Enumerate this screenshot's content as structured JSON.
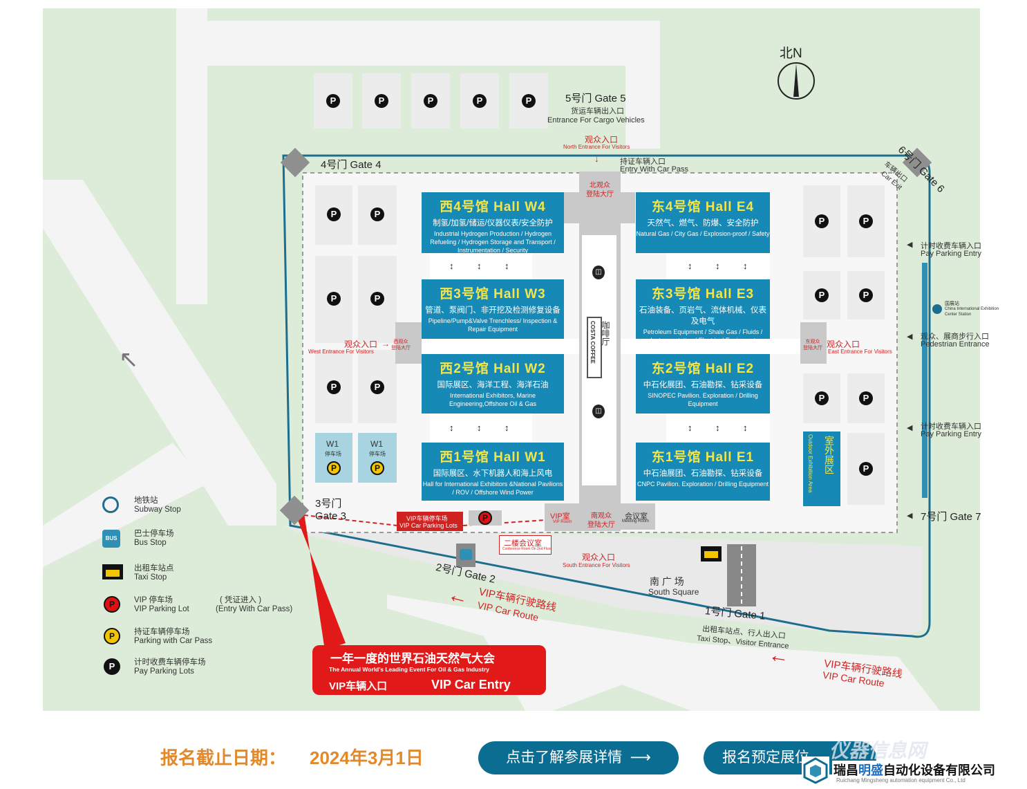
{
  "compass": {
    "label": "北N"
  },
  "gates": {
    "gate5": {
      "name": "5号门 Gate 5",
      "cn": "货运车辆出入口",
      "en": "Entrance For Cargo Vehicles"
    },
    "north": {
      "cn": "观众入口",
      "en": "North Entrance For Visitors",
      "carpass_cn": "持证车辆入口",
      "carpass_en": "Entry With Car Pass",
      "lobby": "北观众\n登陆大厅"
    },
    "gate4": {
      "name": "4号门 Gate 4"
    },
    "gate6": {
      "name": "6号门 Gate 6",
      "exit_cn": "车辆出口",
      "exit_en": "Car Exit"
    },
    "gate3": {
      "cn": "3号门",
      "en": "Gate 3"
    },
    "gate2": {
      "name": "2号门 Gate 2"
    },
    "gate1": {
      "name": "1号门 Gate 1",
      "cn": "出租车站点、行人出入口",
      "en": "Taxi Stop、Visitor Entrance"
    },
    "gate7": {
      "name": "7号门 Gate 7"
    },
    "west": {
      "cn": "观众入口",
      "en": "West Entrance For Visitors",
      "lobby": "西观众\n登陆大厅"
    },
    "east": {
      "cn": "观众入口",
      "en": "East Entrance For Visitors",
      "lobby": "东观众\n登陆大厅"
    },
    "south": {
      "cn": "观众入口",
      "en": "South Entrance For Visitors",
      "lobby": "南观众\n登陆大厅"
    }
  },
  "right_side": {
    "pay1_cn": "计时收费车辆入口",
    "pay1_en": "Pay Parking Entry",
    "subway_cn": "国展站",
    "subway_en": "China International Exhibition Center Station",
    "ped_cn": "观众、展商步行入口",
    "ped_en": "Pedestrian Entrance",
    "pay2_cn": "计时收费车辆入口",
    "pay2_en": "Pay Parking Entry"
  },
  "halls": {
    "w4": {
      "title": "西4号馆 Hall W4",
      "cn": "制氢/加氢/储运/仪器仪表/安全防护",
      "en": "Industrial Hydrogen Production / Hydrogen Refueling / Hydrogen Storage and Transport / Instrumentation / Security"
    },
    "w3": {
      "title": "西3号馆 Hall W3",
      "cn": "管道、泵阀门、非开挖及检测修复设备",
      "en": "Pipeline/Pump&Valve Trenchless/ Inspection & Repair Equipment"
    },
    "w2": {
      "title": "西2号馆 Hall W2",
      "cn": "国际展区、海洋工程、海洋石油",
      "en": "International Exhibitors, Marine Engineering,Offshore Oil & Gas"
    },
    "w1": {
      "title": "西1号馆 Hall W1",
      "cn": "国际展区、水下机器人和海上风电",
      "en": "Hall for International Exhibitors &National Pavilions / ROV / Offshore Wind Power"
    },
    "e4": {
      "title": "东4号馆 Hall E4",
      "cn": "天然气、燃气、防爆、安全防护",
      "en": "Natural Gas / City Gas / Explosion-proof / Safety"
    },
    "e3": {
      "title": "东3号馆 Hall E3",
      "cn": "石油装备、页岩气、流体机械、仪表及电气",
      "en": "Petroleum Equipment / Shale Gas / Fluids / Instrumentation / Electrical Equipment"
    },
    "e2": {
      "title": "东2号馆 Hall E2",
      "cn": "中石化展团、石油勘探、钻采设备",
      "en": "SINOPEC Pavilion. Exploration / Drilling Equipment"
    },
    "e1": {
      "title": "东1号馆 Hall E1",
      "cn": "中石油展团、石油勘探、钻采设备",
      "en": "CNPC Pavilion. Exploration / Drilling Equipment"
    }
  },
  "center": {
    "coffee_en": "COSTA COFFEE",
    "coffee_cn": "咖啡厅"
  },
  "rooms": {
    "vip": "VIP室",
    "vip_en": "VIP Room",
    "meeting": "会议室",
    "meeting_en": "Meeting Room",
    "conf": "二楼会议室",
    "conf_en": "Conference Room On 2nd Floor",
    "vip_parking_cn": "VIP车辆停车场",
    "vip_parking_en": "VIP Car Parking Lots"
  },
  "outdoor": {
    "cn": "室外展区",
    "en": "Outdoor Exhibition Area"
  },
  "w1_lot": {
    "name": "W1",
    "cn": "停车场"
  },
  "square": {
    "cn": "南 广 场",
    "en": "South Square"
  },
  "routes": {
    "cn": "VIP车辆行驶路线",
    "en": "VIP Car Route"
  },
  "banner": {
    "title": "一年一度的世界石油天然气大会",
    "sub": "The Annual World's Leading Event For Oil & Gas Industry",
    "vip_cn": "VIP车辆入口",
    "vip_en": "VIP Car Entry"
  },
  "legend": [
    {
      "icon": "subway-icon",
      "cn": "地铁站",
      "en": "Subway Stop"
    },
    {
      "icon": "bus-icon",
      "cn": "巴士停车场",
      "en": "Bus Stop"
    },
    {
      "icon": "taxi-icon",
      "cn": "出租车站点",
      "en": "Taxi Stop"
    },
    {
      "icon": "vip-parking-icon",
      "cn": "VIP 停车场",
      "en": "VIP Parking Lot"
    },
    {
      "icon": "pass-parking-icon",
      "cn": "持证车辆停车场",
      "en": "Parking with Car Pass"
    },
    {
      "icon": "pay-parking-icon",
      "cn": "计时收费车辆停车场",
      "en": "Pay Parking Lots"
    }
  ],
  "legend_note": {
    "cn": "( 凭证进入 )",
    "en": "(Entry With Car Pass)"
  },
  "footer": {
    "deadline_label": "报名截止日期：",
    "deadline_date": "2024年3月1日",
    "btn1": "点击了解参展详情",
    "btn2": "报名预定展位",
    "company_cn_a": "瑞昌",
    "company_cn_b": "明盛",
    "company_cn_c": "自动化设备有限公司",
    "company_en": "Ruichang Mingsheng automation equipment Co., Ltd",
    "watermark": "仪器信息网"
  },
  "pin_labels": {
    "p": "P"
  },
  "colors": {
    "hall": "#1789b6",
    "accent_red": "#d12222",
    "button": "#0c6d93",
    "deadline": "#e2892a"
  }
}
